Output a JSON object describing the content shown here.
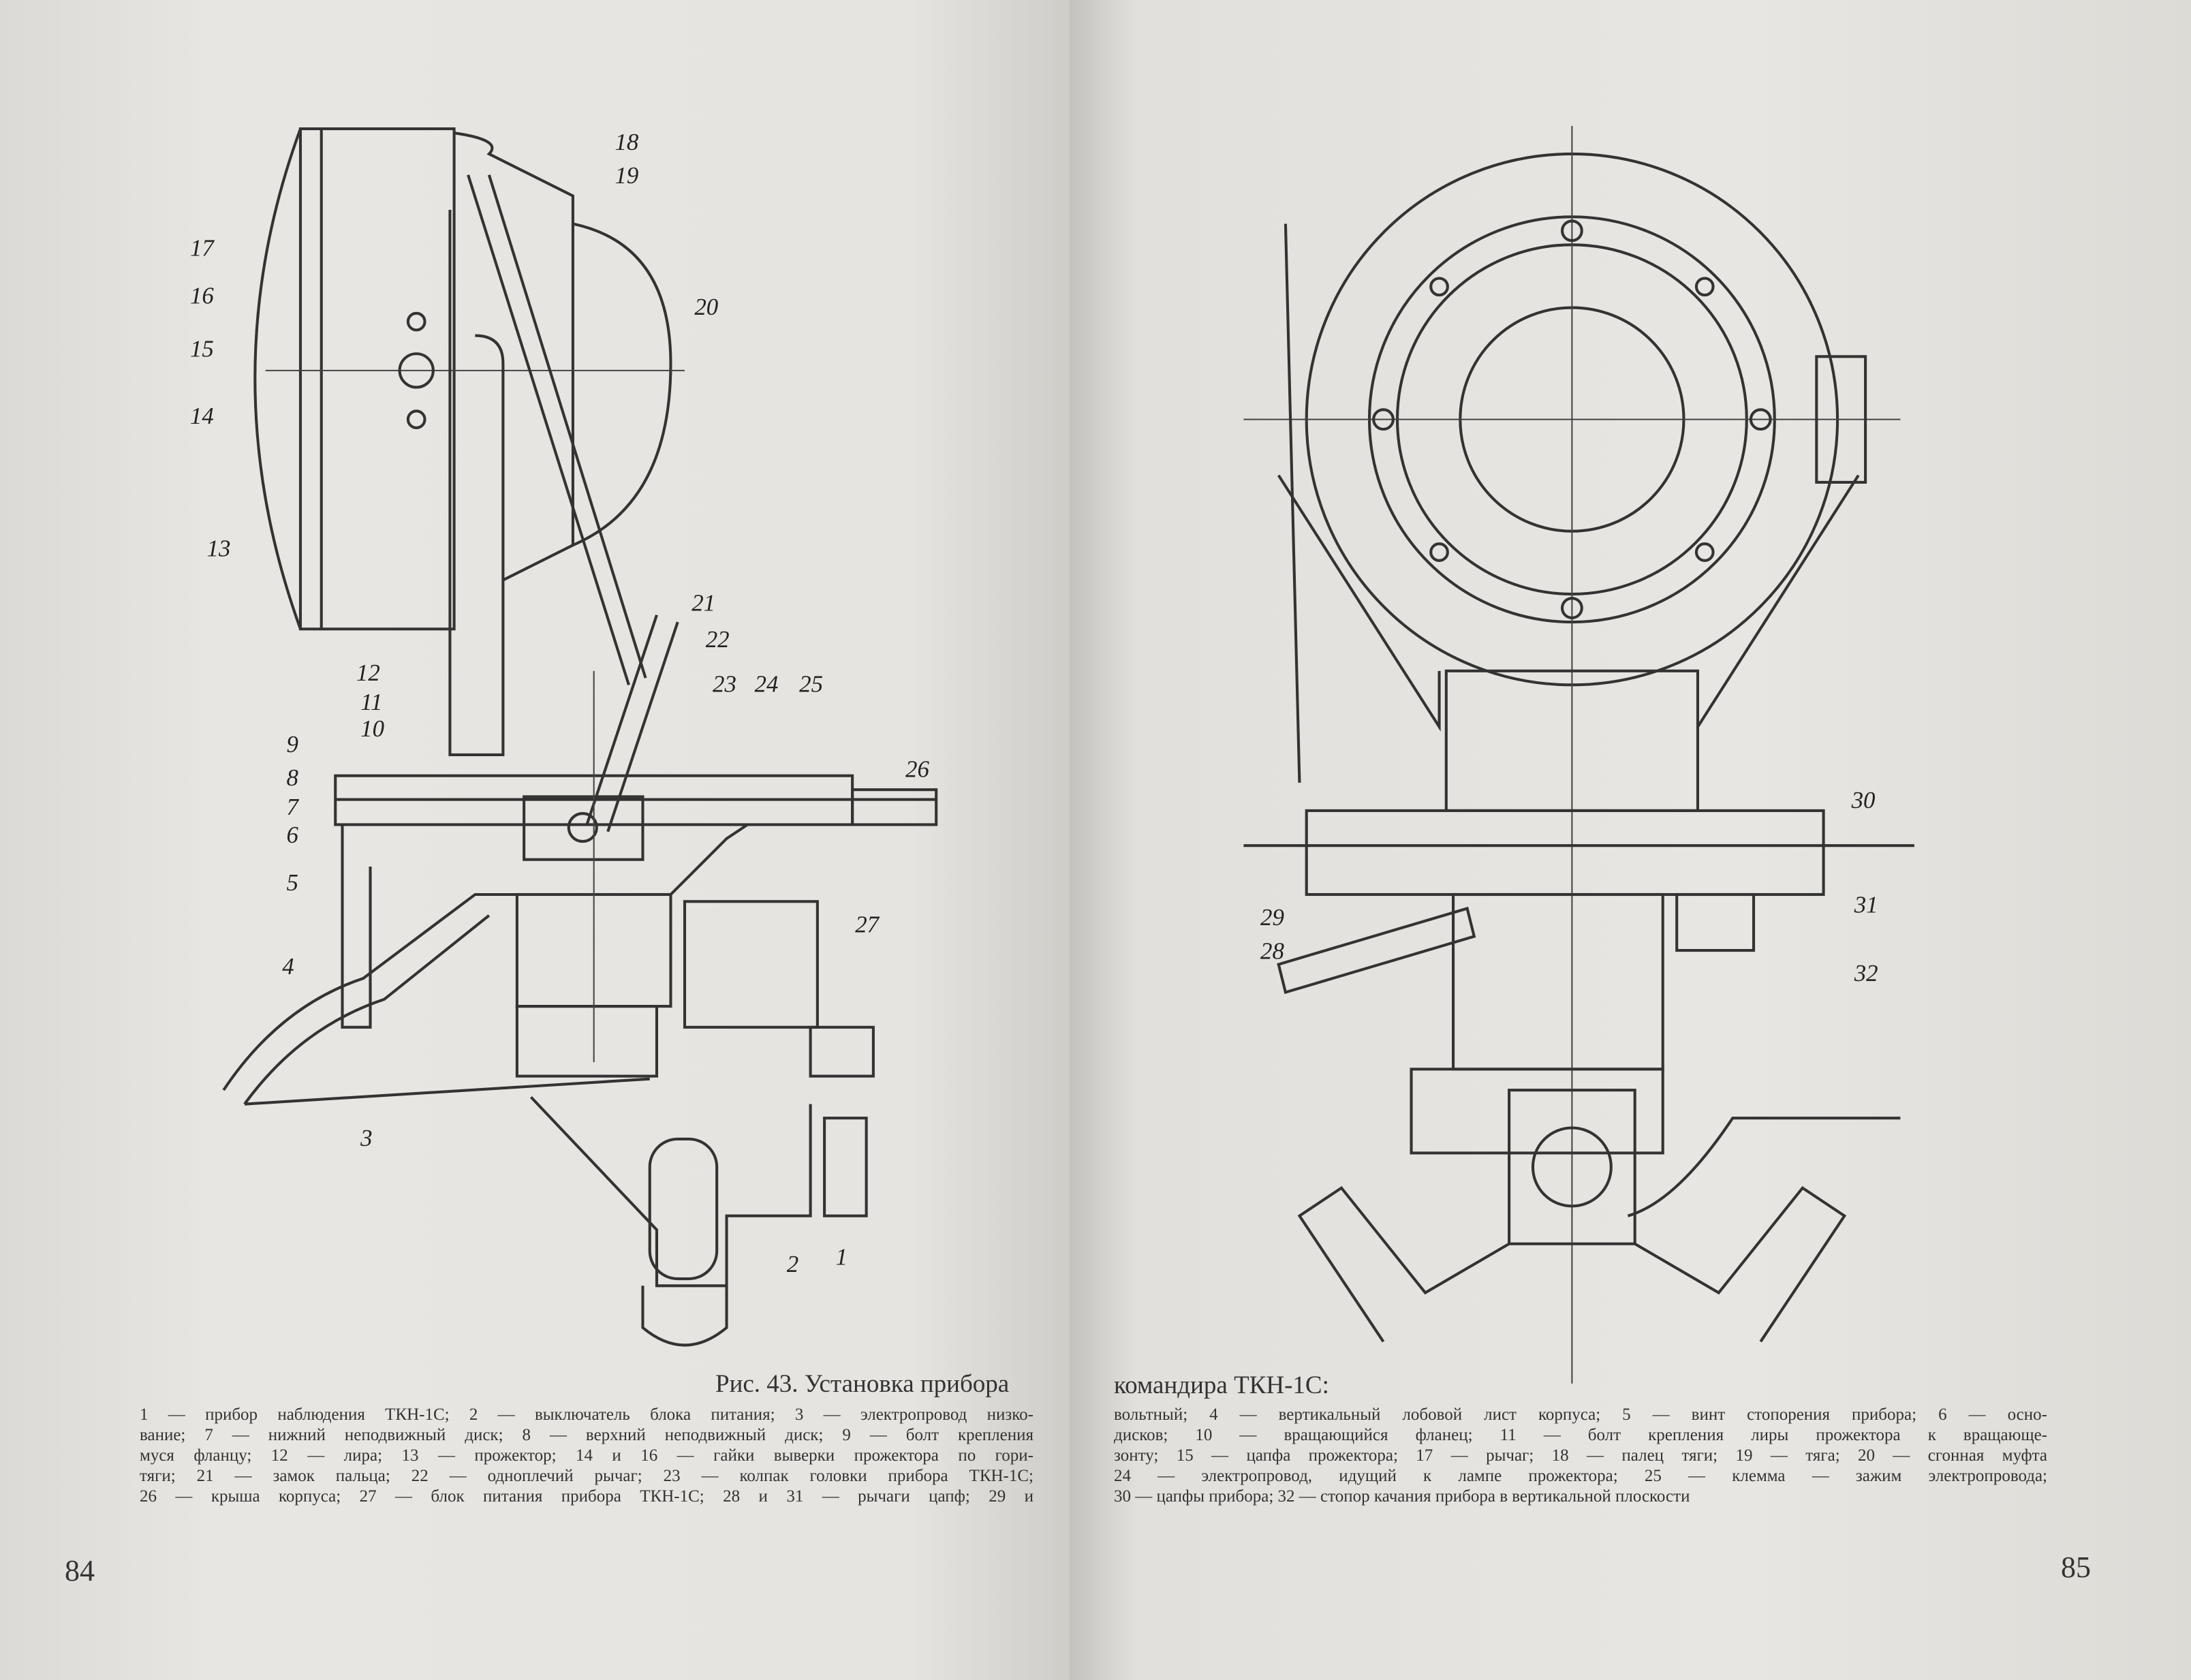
{
  "left_page": {
    "page_number": "84",
    "figure_title": "Рис. 43. Установка прибора",
    "caption_lines": [
      "1 — прибор наблюдения ТКН-1С; 2 — выключатель блока питания; 3 — электропровод низко-",
      "вание; 7 — нижний неподвижный диск; 8 — верхний неподвижный диск; 9 — болт крепления",
      "муся фланцу; 12 — лира; 13 — прожектор; 14 и 16 — гайки выверки прожектора по гори-",
      "тяги; 21 — замок пальца; 22 — одноплечий рычаг; 23 — колпак головки прибора ТКН-1С;",
      "26 — крыша корпуса; 27 — блок питания прибора ТКН-1С; 28 и 31 — рычаги цапф; 29 и"
    ],
    "callouts": [
      "18",
      "19",
      "17",
      "16",
      "20",
      "15",
      "14",
      "13",
      "21",
      "22",
      "12",
      "11",
      "23",
      "24",
      "25",
      "9",
      "10",
      "8",
      "26",
      "7",
      "6",
      "5",
      "4",
      "27",
      "3",
      "2",
      "1"
    ]
  },
  "right_page": {
    "page_number": "85",
    "figure_title": "командира ТКН-1С:",
    "caption_lines": [
      "вольтный; 4 — вертикальный лобовой лист корпуса; 5 — винт стопорения прибора; 6 — осно-",
      "дисков; 10 — вращающийся фланец; 11 — болт крепления лиры прожектора к вращающе-",
      "зонту; 15 — цапфа прожектора; 17 — рычаг; 18 — палец тяги; 19 — тяга; 20 — сгонная муфта",
      "24 — электропровод, идущий к лампе прожектора; 25 — клемма — зажим электропровода;",
      "30 — цапфы прибора; 32 — стопор качания прибора в вертикальной плоскости"
    ],
    "callouts": [
      "30",
      "29",
      "31",
      "28",
      "32"
    ]
  }
}
